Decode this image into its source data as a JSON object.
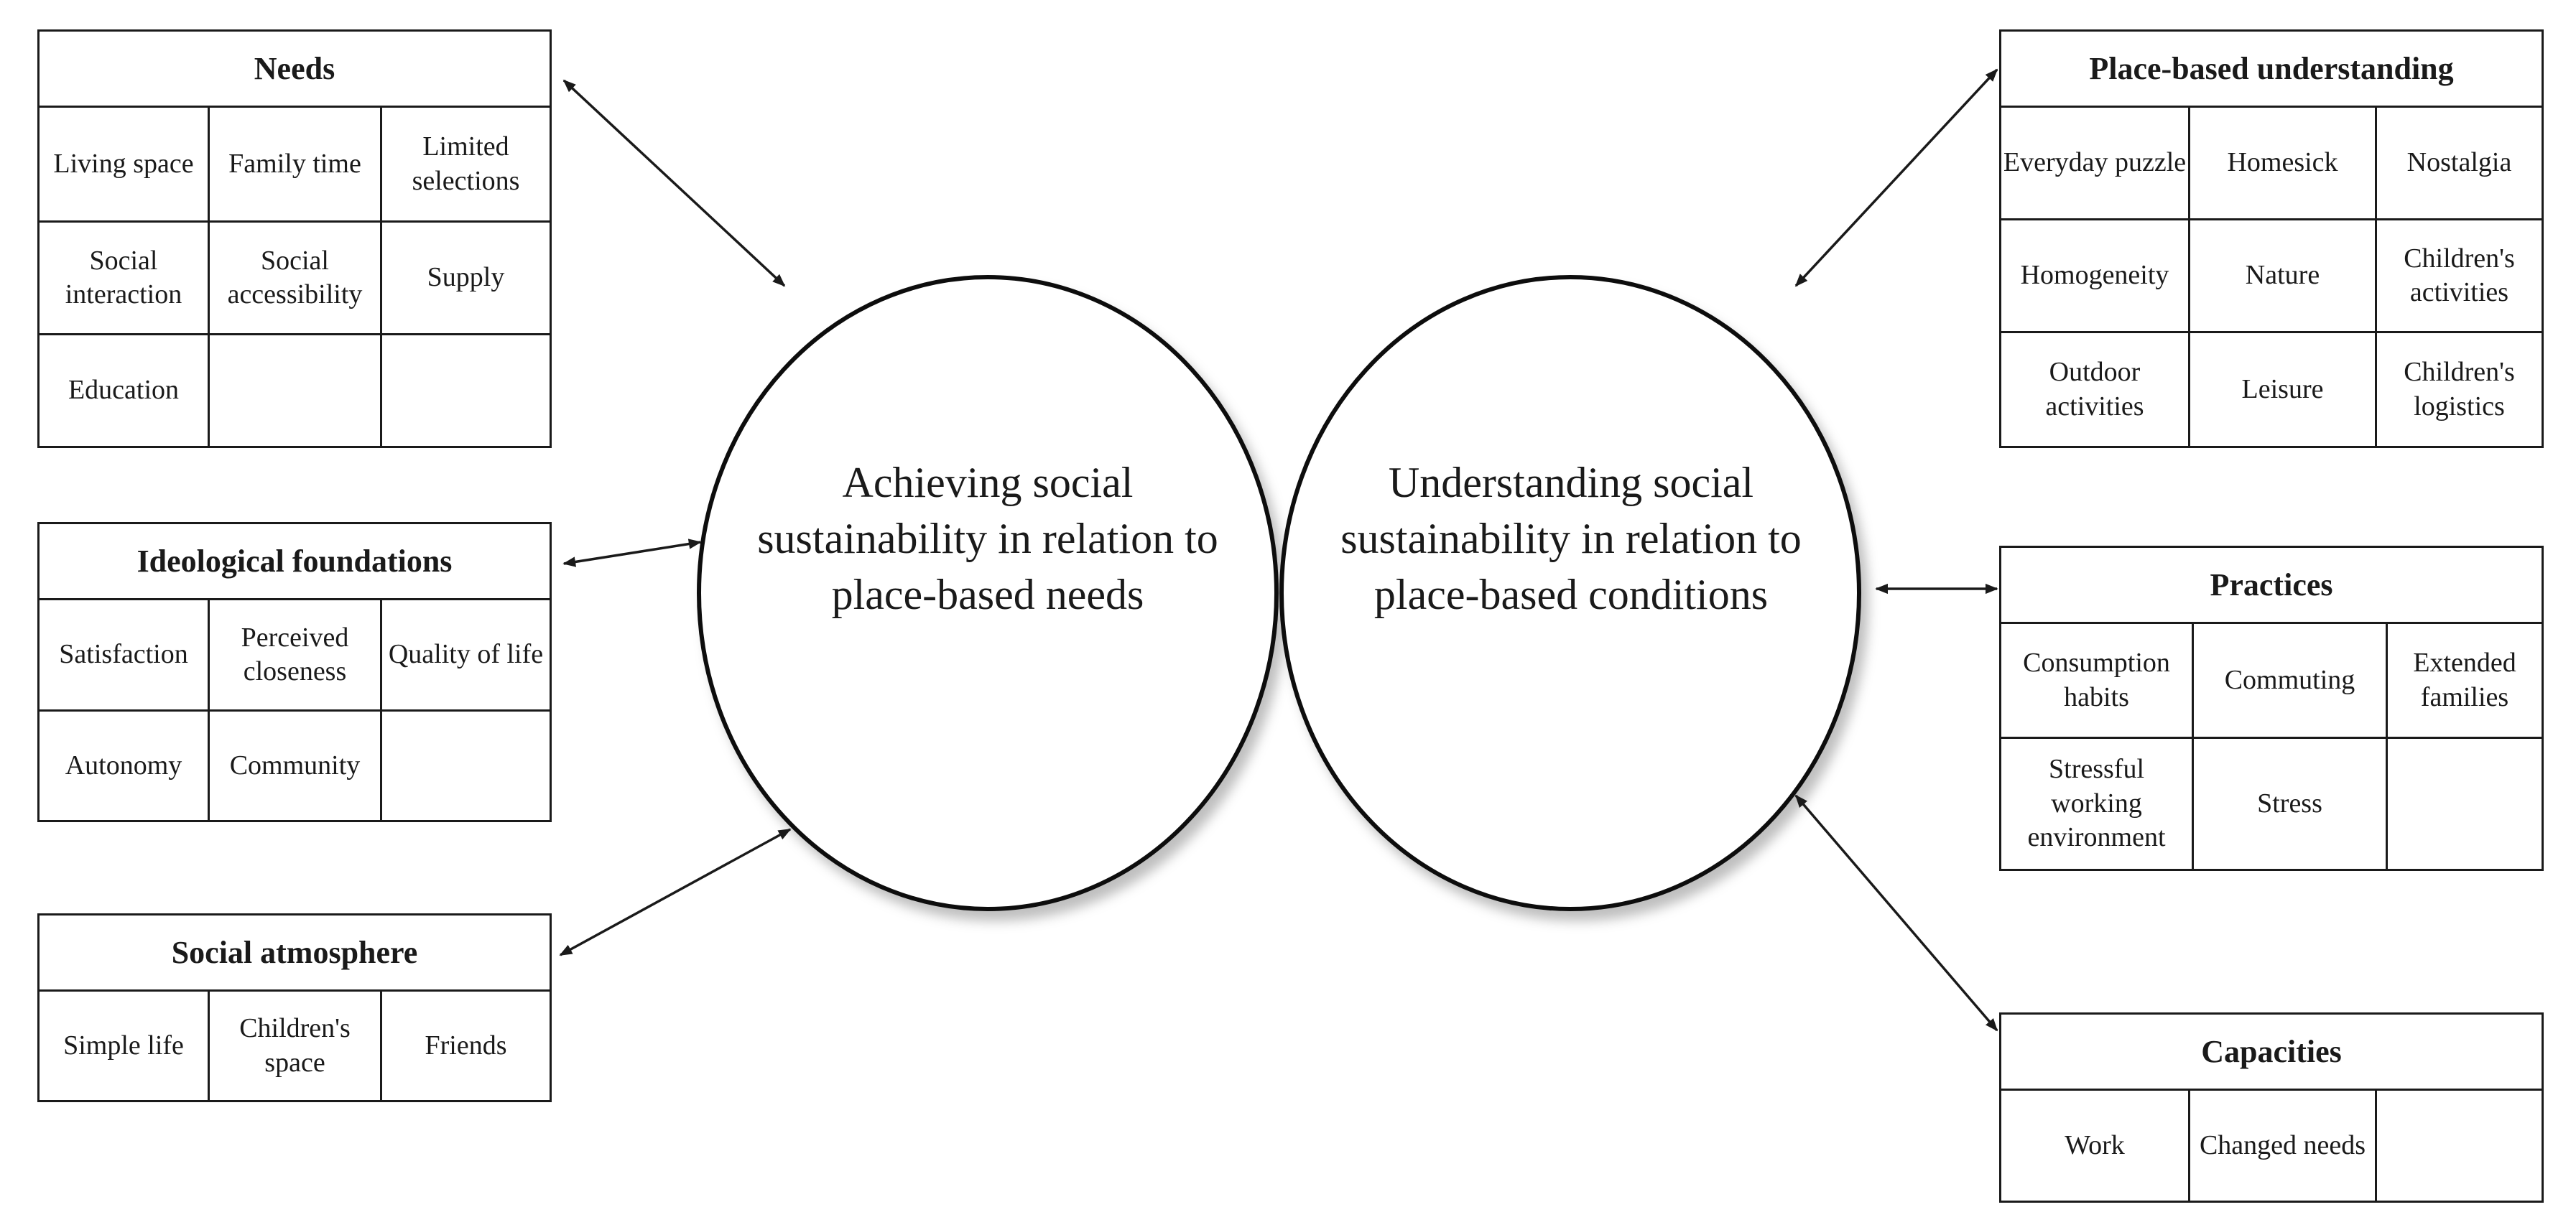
{
  "centers": {
    "left": "Achieving social sustainability in relation to place-based needs",
    "right": "Understanding social sustainability in relation to place-based conditions"
  },
  "boxes": {
    "needs": {
      "title": "Needs",
      "cells": [
        "Living space",
        "Family time",
        "Limited selections",
        "Social interaction",
        "Social accessibility",
        "Supply",
        "Education",
        "",
        ""
      ]
    },
    "ideological": {
      "title": "Ideological foundations",
      "cells": [
        "Satisfaction",
        "Perceived closeness",
        "Quality of life",
        "Autonomy",
        "Community",
        ""
      ]
    },
    "social": {
      "title": "Social atmosphere",
      "cells": [
        "Simple life",
        "Children's space",
        "Friends"
      ]
    },
    "place": {
      "title": "Place-based understanding",
      "cells": [
        "Everyday puzzle",
        "Homesick",
        "Nostalgia",
        "Homogeneity",
        "Nature",
        "Children's activities",
        "Outdoor activities",
        "Leisure",
        "Children's logistics"
      ]
    },
    "practices": {
      "title": "Practices",
      "cells": [
        "Consumption habits",
        "Commuting",
        "Extended families",
        "Stressful working environment",
        "Stress",
        ""
      ]
    },
    "capacities": {
      "title": "Capacities",
      "cells": [
        "Work",
        "Changed needs",
        ""
      ]
    }
  }
}
